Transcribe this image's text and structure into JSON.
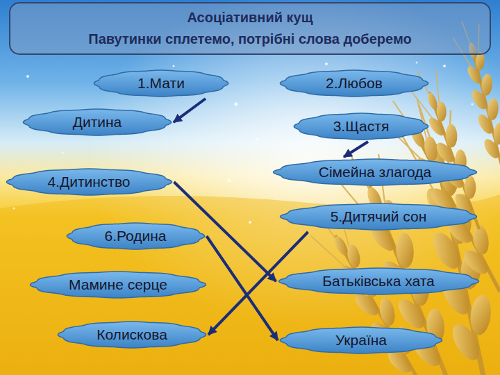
{
  "diagram": {
    "title": "Асоціативний кущ",
    "nodes": [
      {
        "text": [
          "1.Мати"
        ]
      },
      {
        "text": [
          "2.Любов"
        ]
      },
      {
        "text": [
          "Дитина"
        ]
      },
      {
        "text": [
          "3.Щастя"
        ]
      },
      {
        "text": [
          "4.Дитинство"
        ]
      },
      {
        "text": [
          "Сімейна злагода"
        ]
      },
      {
        "text": [
          "5.Дитячий сон"
        ]
      },
      {
        "text": [
          "6.Родина"
        ]
      },
      {
        "text": [
          "Мамине серце"
        ]
      },
      {
        "text": [
          "Батьківська хата"
        ]
      },
      {
        "text": [
          "Колискова"
        ]
      },
      {
        "text": [
          "Україна"
        ]
      }
    ],
    "edges": [
      {
        "from": 0,
        "to": 2,
        "arrow": "to"
      },
      {
        "from": 3,
        "to": 5,
        "arrow": "to"
      },
      {
        "from": 4,
        "to": 9,
        "arrow": "to"
      },
      {
        "from": 6,
        "to": 10,
        "arrow": "to"
      },
      {
        "from": 7,
        "to": 11,
        "arrow": "to"
      }
    ],
    "labels": [
      "Павутинки сплетемо, потрібні слова доберемо"
    ]
  }
}
